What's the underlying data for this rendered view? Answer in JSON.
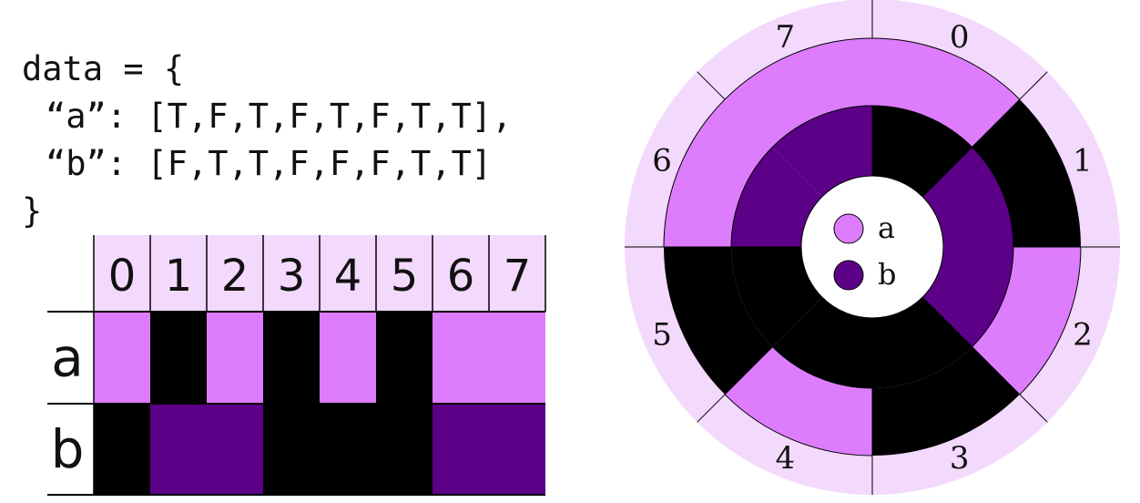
{
  "code": {
    "line1": "data = {",
    "line2": "“a”: [T,F,T,F,T,F,T,T],",
    "line3": "“b”: [F,T,T,F,F,F,T,T]",
    "line4": "}"
  },
  "series": [
    {
      "key": "a",
      "label": "a",
      "values": [
        true,
        false,
        true,
        false,
        true,
        false,
        true,
        true
      ]
    },
    {
      "key": "b",
      "label": "b",
      "values": [
        false,
        true,
        true,
        false,
        false,
        false,
        true,
        true
      ]
    }
  ],
  "index_labels": [
    "0",
    "1",
    "2",
    "3",
    "4",
    "5",
    "6",
    "7"
  ],
  "legend": [
    {
      "label": "a",
      "color": "#dd7dfd"
    },
    {
      "label": "b",
      "color": "#5c0087"
    }
  ],
  "colors": {
    "a_true": "#dd7dfd",
    "b_true": "#5c0087",
    "false": "#000000",
    "header_bg": "#f3d9fc",
    "outer_ring": "#f3d9fc"
  }
}
